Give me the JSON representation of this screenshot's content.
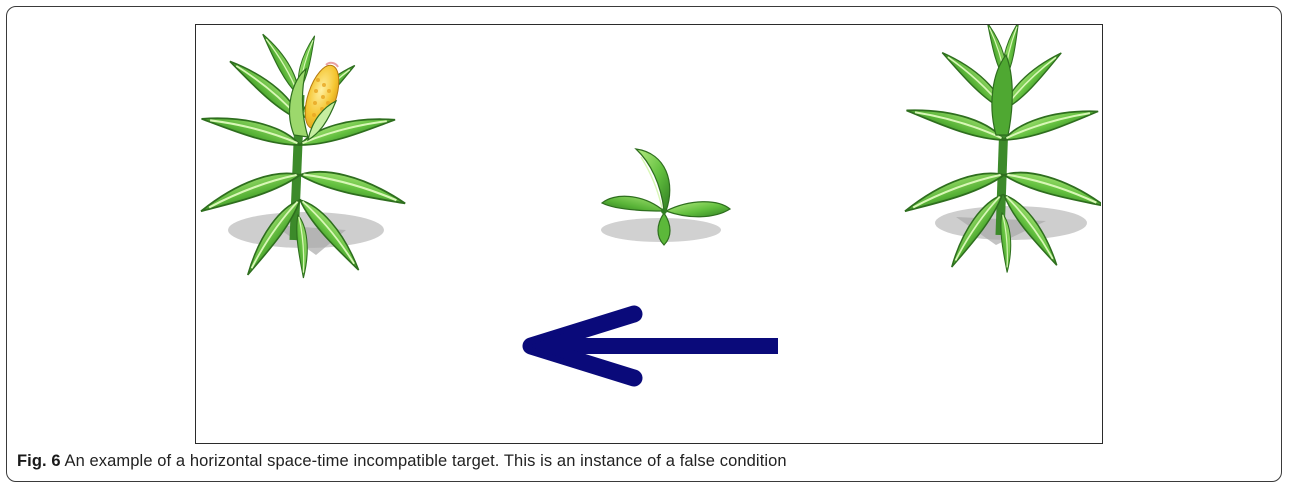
{
  "figure": {
    "label": "Fig. 6",
    "caption_text": " An example of a horizontal space-time incompatible target. This is an instance of a false condition",
    "items": [
      {
        "name": "mature-corn-plant",
        "description_icon": "corn-plant-with-cob-icon"
      },
      {
        "name": "seedling",
        "description_icon": "seedling-icon"
      },
      {
        "name": "grown-plant",
        "description_icon": "grown-plant-icon"
      },
      {
        "name": "arrow",
        "description_icon": "left-arrow-icon",
        "direction": "left"
      }
    ],
    "colors": {
      "arrow": "#0a0a7a",
      "leaf_light": "#9ee06a",
      "leaf_mid": "#5cb83a",
      "leaf_dark": "#2f7d22",
      "cob": "#f2c32c",
      "shadow": "#bdbdbd"
    }
  }
}
